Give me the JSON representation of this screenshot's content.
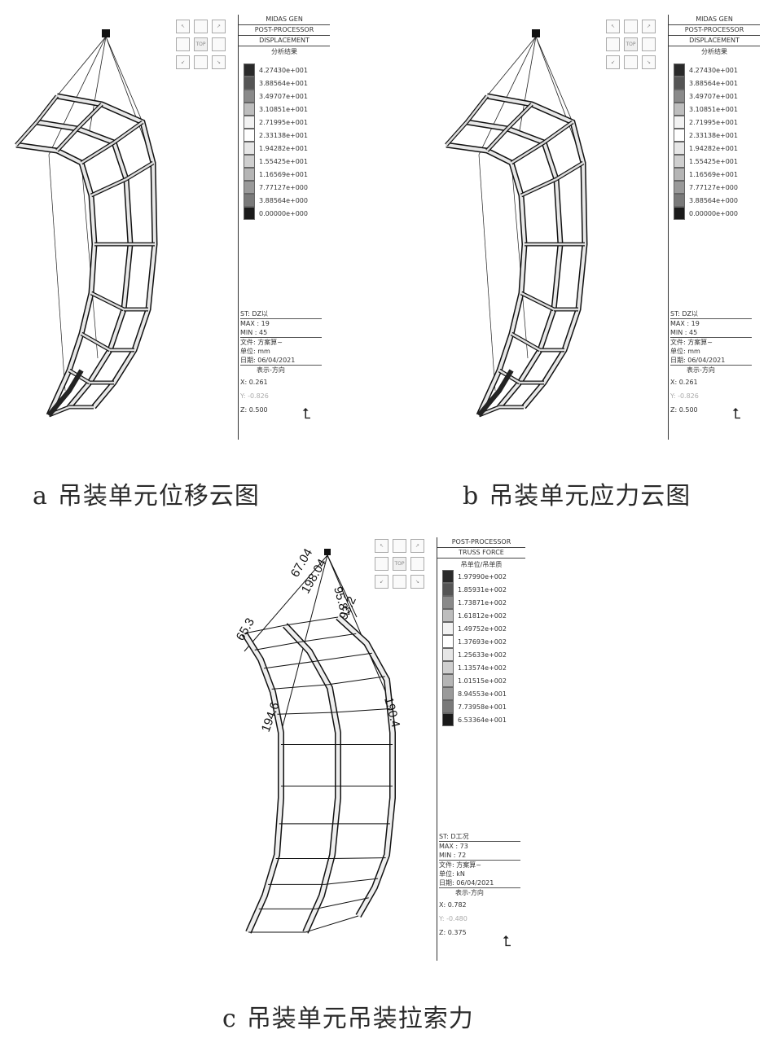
{
  "figure_a": {
    "caption_letter": "a",
    "caption_text": "吊装单元位移云图",
    "legend": {
      "header_top": "MIDAS GEN",
      "header_processor": "POST-PROCESSOR",
      "header_type": "DISPLACEMENT",
      "subtitle": "分析结果",
      "values": [
        "4.27430e+001",
        "3.88564e+001",
        "3.49707e+001",
        "3.10851e+001",
        "2.71995e+001",
        "2.33138e+001",
        "1.94282e+001",
        "1.55425e+001",
        "1.16569e+001",
        "7.77127e+000",
        "3.88564e+000",
        "0.00000e+000"
      ],
      "st": "ST: DZ以",
      "max": "MAX : 19",
      "min": "MIN : 45",
      "file": "文件: 方案算~",
      "unit": "单位: mm",
      "date": "日期: 06/04/2021",
      "view_dir": "表示-方向",
      "x": "X: 0.261",
      "y": "Y: -0.826",
      "z": "Z: 0.500"
    }
  },
  "figure_b": {
    "caption_letter": "b",
    "caption_text": "吊装单元应力云图",
    "legend": {
      "header_top": "MIDAS GEN",
      "header_processor": "POST-PROCESSOR",
      "header_type": "DISPLACEMENT",
      "subtitle": "分析结果",
      "values": [
        "4.27430e+001",
        "3.88564e+001",
        "3.49707e+001",
        "3.10851e+001",
        "2.71995e+001",
        "2.33138e+001",
        "1.94282e+001",
        "1.55425e+001",
        "1.16569e+001",
        "7.77127e+000",
        "3.88564e+000",
        "0.00000e+000"
      ],
      "st": "ST: DZ以",
      "max": "MAX : 19",
      "min": "MIN : 45",
      "file": "文件: 方案算~",
      "unit": "单位: mm",
      "date": "日期: 06/04/2021",
      "view_dir": "表示-方向",
      "x": "X: 0.261",
      "y": "Y: -0.826",
      "z": "Z: 0.500"
    }
  },
  "figure_c": {
    "caption_letter": "c",
    "caption_text": "吊装单元吊装拉索力",
    "cable_labels": [
      "65.3",
      "67.04",
      "198.04",
      "95.87",
      "93.2",
      "190.4",
      "194.6"
    ],
    "legend": {
      "header_processor": "POST-PROCESSOR",
      "header_type": "TRUSS FORCE",
      "subtitle": "吊单位/吊单质",
      "values": [
        "1.97990e+002",
        "1.85931e+002",
        "1.73871e+002",
        "1.61812e+002",
        "1.49752e+002",
        "1.37693e+002",
        "1.25633e+002",
        "1.13574e+002",
        "1.01515e+002",
        "8.94553e+001",
        "7.73958e+001",
        "6.53364e+001"
      ],
      "st": "ST: D工况",
      "max": "MAX : 73",
      "min": "MIN : 72",
      "file": "文件: 方案算~",
      "unit": "单位: kN",
      "date": "日期: 06/04/2021",
      "view_dir": "表示-方向",
      "x": "X: 0.782",
      "y": "Y: -0.480",
      "z": "Z: 0.375"
    }
  },
  "nav_cube": {
    "center_label": "TOP"
  },
  "colors": {
    "scale": [
      "#2a2a2a",
      "#555555",
      "#8a8a8a",
      "#bdbdbd",
      "#f2f2f2",
      "#ffffff",
      "#e6e6e6",
      "#cfcfcf",
      "#b5b5b5",
      "#9a9a9a",
      "#7a7a7a",
      "#1a1a1a"
    ]
  }
}
